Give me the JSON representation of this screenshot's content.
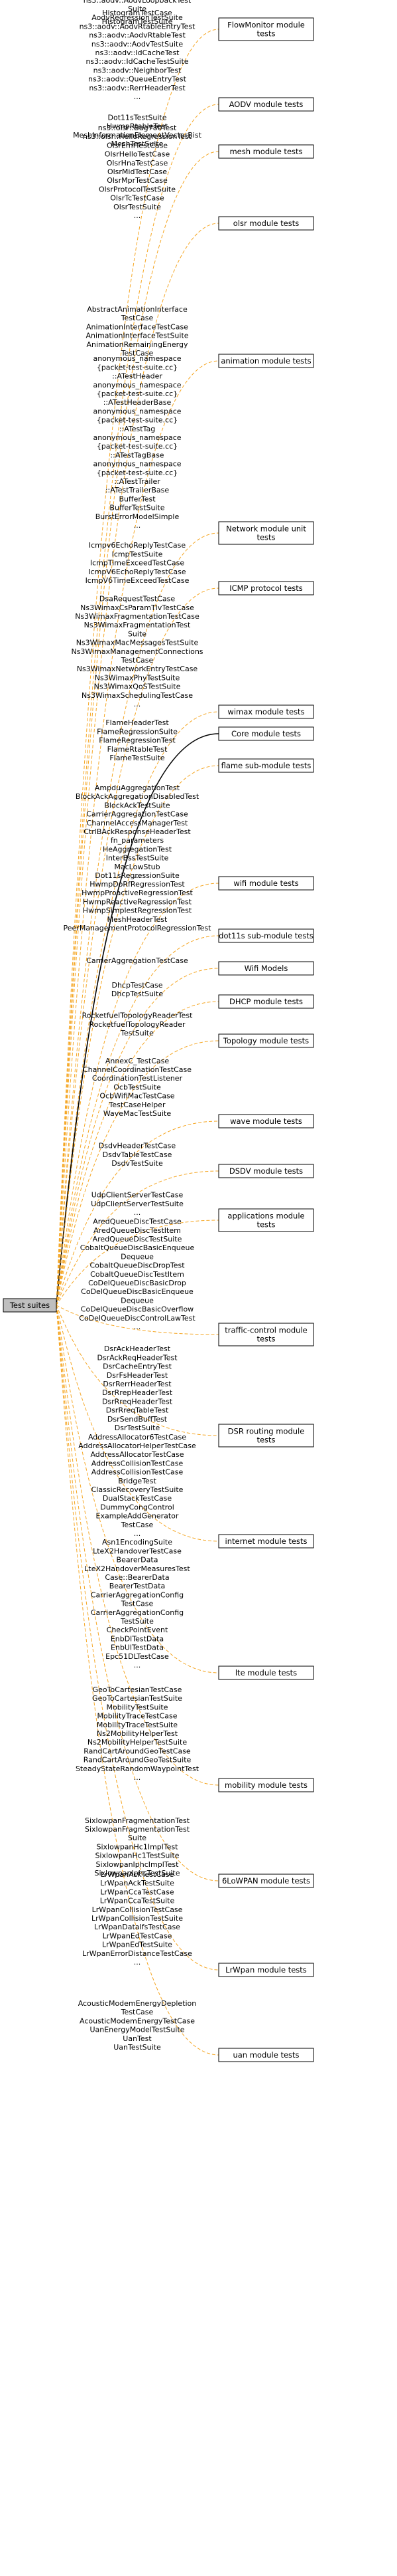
{
  "colors": {
    "dashed_edge": "#f5a623",
    "solid_edge": "#000000",
    "root_fill": "#bfbfbf",
    "node_fill": "#ffffff"
  },
  "root": {
    "label": "Test suites"
  },
  "modules": [
    {
      "id": "flowmonitor",
      "lines": [
        "FlowMonitor module",
        "tests"
      ],
      "edge": "dashed",
      "labels": [
        "HistogramTestCase",
        "HistogramTestSuite"
      ]
    },
    {
      "id": "aodv",
      "lines": [
        "AODV module tests"
      ],
      "edge": "dashed",
      "labels": [
        "ns3::aodv::AodvLoopbackTest",
        "Suite",
        "AodvRegressionTestSuite",
        "ns3::aodv::AodvRtableEntryTest",
        "ns3::aodv::AodvRtableTest",
        "ns3::aodv::AodvTestSuite",
        "ns3::aodv::IdCacheTest",
        "ns3::aodv::IdCacheTestSuite",
        "ns3::aodv::NeighborTest",
        "ns3::aodv::QueueEntryTest",
        "ns3::aodv::RerrHeaderTest",
        "..."
      ]
    },
    {
      "id": "mesh",
      "lines": [
        "mesh module tests"
      ],
      "edge": "dashed",
      "labels": [
        "Dot11sTestSuite",
        "HwmpRtableTest",
        "MeshInformationElementVectorBist",
        "MeshTestSuite"
      ]
    },
    {
      "id": "olsr",
      "lines": [
        "olsr module tests"
      ],
      "edge": "dashed",
      "labels": [
        "ns3::olsr::Bug780Test",
        "ns3::olsr::HelloRegressionTest",
        "OlsrEmfTestCase",
        "OlsrHelloTestCase",
        "OlsrHnaTestCase",
        "OlsrMidTestCase",
        "OlsrMprTestCase",
        "OlsrProtocolTestSuite",
        "OlsrTcTestCase",
        "OlsrTestSuite",
        "..."
      ]
    },
    {
      "id": "animation",
      "lines": [
        "animation module tests"
      ],
      "edge": "dashed",
      "labels": [
        "AbstractAnimationInterface",
        "TestCase",
        "AnimationInterfaceTestCase",
        "AnimationInterfaceTestSuite",
        "AnimationRemainingEnergy",
        "TestCase"
      ]
    },
    {
      "id": "network",
      "lines": [
        "Network module unit",
        "tests"
      ],
      "edge": "dashed",
      "labels": [
        "anonymous_namespace",
        "{packet-test-suite.cc}",
        "::ATestHeader",
        "anonymous_namespace",
        "{packet-test-suite.cc}",
        "::ATestHeaderBase",
        "anonymous_namespace",
        "{packet-test-suite.cc}",
        "::ATestTag",
        "anonymous_namespace",
        "{packet-test-suite.cc}",
        "::ATestTagBase",
        "anonymous_namespace",
        "{packet-test-suite.cc}",
        "::ATestTrailer",
        "::ATestTrailerBase",
        "BufferTest",
        "BufferTestSuite",
        "BurstErrorModelSimple",
        "..."
      ]
    },
    {
      "id": "icmp",
      "lines": [
        "ICMP protocol tests"
      ],
      "edge": "dashed",
      "labels": [
        "Icmpv6EchoReplyTestCase",
        "IcmpTestSuite",
        "IcmpTimeExceedTestCase",
        "IcmpV6EchoReplyTestCase",
        "IcmpV6TimeExceedTestCase"
      ]
    },
    {
      "id": "wimax",
      "lines": [
        "wimax module tests"
      ],
      "edge": "dashed",
      "labels": [
        "DsaRequestTestCase",
        "Ns3WimaxCsParamTlvTestCase",
        "Ns3WimaxFragmentationTestCase",
        "Ns3WimaxFragmentationTest",
        "Suite",
        "Ns3WimaxMacMessagesTestSuite",
        "Ns3WimaxManagementConnections",
        "TestCase",
        "Ns3WimaxNetworkEntryTestCase",
        "Ns3WimaxPhyTestSuite",
        "Ns3WimaxQoSTestSuite",
        "Ns3WimaxSchedulingTestCase",
        "..."
      ]
    },
    {
      "id": "core",
      "lines": [
        "Core module tests"
      ],
      "edge": "solid",
      "labels": []
    },
    {
      "id": "flame",
      "lines": [
        "flame sub-module tests"
      ],
      "edge": "dashed",
      "labels": [
        "FlameHeaderTest",
        "FlameRegressionSuite",
        "FlameRegressionTest",
        "FlameRtableTest",
        "FlameTestSuite"
      ]
    },
    {
      "id": "wifi",
      "lines": [
        "wifi module tests"
      ],
      "edge": "dashed",
      "labels": [
        "AmpduAggregationTest",
        "BlockAckAggregationDisabledTest",
        "BlockAckTestSuite",
        "CarrierAggregationTestCase",
        "ChannelAccessManagerTest",
        "CtrlBAckResponseHeaderTest",
        "fn_parameters",
        "HeAggregationTest",
        "InterBssTestSuite",
        "MacLowStub",
        "..."
      ]
    },
    {
      "id": "dot11s",
      "lines": [
        "dot11s sub-module tests"
      ],
      "edge": "dashed",
      "labels": [
        "Dot11sRegressionSuite",
        "HwmpDoRfRegressionTest",
        "HwmpProactiveRegressionTest",
        "HwmpReactiveRegressionTest",
        "HwmpSimplestRegressionTest",
        "MeshHeaderTest",
        "PeerManagementProtocolRegressionTest"
      ]
    },
    {
      "id": "wifimodels",
      "lines": [
        "Wifi Models"
      ],
      "edge": "dashed",
      "labels": [
        "CarrierAggregationTestCase"
      ]
    },
    {
      "id": "dhcp",
      "lines": [
        "DHCP module tests"
      ],
      "edge": "dashed",
      "labels": [
        "DhcpTestCase",
        "DhcpTestSuite"
      ]
    },
    {
      "id": "topology",
      "lines": [
        "Topology module tests"
      ],
      "edge": "dashed",
      "labels": [
        "RocketfuelTopologyReaderTest",
        "RocketfuelTopologyReader",
        "TestSuite"
      ]
    },
    {
      "id": "wave",
      "lines": [
        "wave module tests"
      ],
      "edge": "dashed",
      "labels": [
        "AnnexC_TestCase",
        "ChannelCoordinationTestCase",
        "CoordinationTestListener",
        "OcbTestSuite",
        "OcbWifiMacTestCase",
        "TestCaseHelper",
        "WaveMacTestSuite"
      ]
    },
    {
      "id": "dsdv",
      "lines": [
        "DSDV module tests"
      ],
      "edge": "dashed",
      "labels": [
        "DsdvHeaderTestCase",
        "DsdvTableTestCase",
        "DsdvTestSuite"
      ]
    },
    {
      "id": "applications",
      "lines": [
        "applications module",
        "tests"
      ],
      "edge": "dashed",
      "labels": [
        "UdpClientServerTestCase",
        "UdpClientServerTestSuite",
        "..."
      ]
    },
    {
      "id": "trafficcontrol",
      "lines": [
        "traffic-control module",
        "tests"
      ],
      "edge": "dashed",
      "labels": [
        "AredQueueDiscTestCase",
        "AredQueueDiscTestItem",
        "AredQueueDiscTestSuite",
        "CobaltQueueDiscBasicEnqueue",
        "Dequeue",
        "CobaltQueueDiscDropTest",
        "CobaltQueueDiscTestItem",
        "CoDelQueueDiscBasicDrop",
        "CoDelQueueDiscBasicEnqueue",
        "Dequeue",
        "CoDelQueueDiscBasicOverflow",
        "CoDelQueueDiscControlLawTest",
        "..."
      ]
    },
    {
      "id": "dsr",
      "lines": [
        "DSR routing module",
        "tests"
      ],
      "edge": "dashed",
      "labels": [
        "DsrAckHeaderTest",
        "DsrAckReqHeaderTest",
        "DsrCacheEntryTest",
        "DsrFsHeaderTest",
        "DsrRerrHeaderTest",
        "DsrRrepHeaderTest",
        "DsrRreqHeaderTest",
        "DsrRreqTableTest",
        "DsrSendBuffTest",
        "DsrTestSuite"
      ]
    },
    {
      "id": "internet",
      "lines": [
        "internet module tests"
      ],
      "edge": "dashed",
      "labels": [
        "AddressAllocator6TestCase",
        "AddressAllocatorHelperTestCase",
        "AddressAllocatorTestCase",
        "AddressCollisionTestCase",
        "AddressCollisionTestCase",
        "BridgeTest",
        "ClassicRecoveryTestSuite",
        "DualStackTestCase",
        "DummyCongControl",
        "ExampleAddGenerator",
        "TestCase",
        "..."
      ]
    },
    {
      "id": "lte",
      "lines": [
        "lte module tests"
      ],
      "edge": "dashed",
      "labels": [
        "Asn1EncodingSuite",
        "LteX2HandoverTestCase",
        "BearerData",
        "LteX2HandoverMeasuresTest",
        "Case::BearerData",
        "BearerTestData",
        "CarrierAggregationConfig",
        "TestCase",
        "CarrierAggregationConfig",
        "TestSuite",
        "CheckPointEvent",
        "EnbDlTestData",
        "EnbUlTestData",
        "Epc51DLTestCase",
        "..."
      ]
    },
    {
      "id": "mobility",
      "lines": [
        "mobility module tests"
      ],
      "edge": "dashed",
      "labels": [
        "GeoToCartesianTestCase",
        "GeoToCartesianTestSuite",
        "MobilityTestSuite",
        "MobilityTraceTestCase",
        "MobilityTraceTestSuite",
        "Ns2MobilityHelperTest",
        "Ns2MobilityHelperTestSuite",
        "RandCartAroundGeoTestCase",
        "RandCartAroundGeoTestSuite",
        "SteadyStateRandomWaypointTest",
        "..."
      ]
    },
    {
      "id": "sixlowpan",
      "lines": [
        "6LoWPAN module tests"
      ],
      "edge": "dashed",
      "labels": [
        "SixlowpanFragmentationTest",
        "SixlowpanFragmentationTest",
        "Suite",
        "SixlowpanHc1ImplTest",
        "SixlowpanHc1TestSuite",
        "SixlowpanIphcImplTest",
        "SixlowpanIphcTestSuite"
      ]
    },
    {
      "id": "lrwpan",
      "lines": [
        "LrWpan module tests"
      ],
      "edge": "dashed",
      "labels": [
        "LrWpanAckTestCase",
        "LrWpanAckTestSuite",
        "LrWpanCcaTestCase",
        "LrWpanCcaTestSuite",
        "LrWpanCollisionTestCase",
        "LrWpanCollisionTestSuite",
        "LrWpanDataIfsTestCase",
        "LrWpanEdTestCase",
        "LrWpanEdTestSuite",
        "LrWpanErrorDistanceTestCase",
        "..."
      ]
    },
    {
      "id": "uan",
      "lines": [
        "uan module tests"
      ],
      "edge": "dashed",
      "labels": [
        "AcousticModemEnergyDepletion",
        "TestCase",
        "AcousticModemEnergyTestCase",
        "UanEnergyModelTestSuite",
        "UanTest",
        "UanTestSuite"
      ]
    }
  ]
}
